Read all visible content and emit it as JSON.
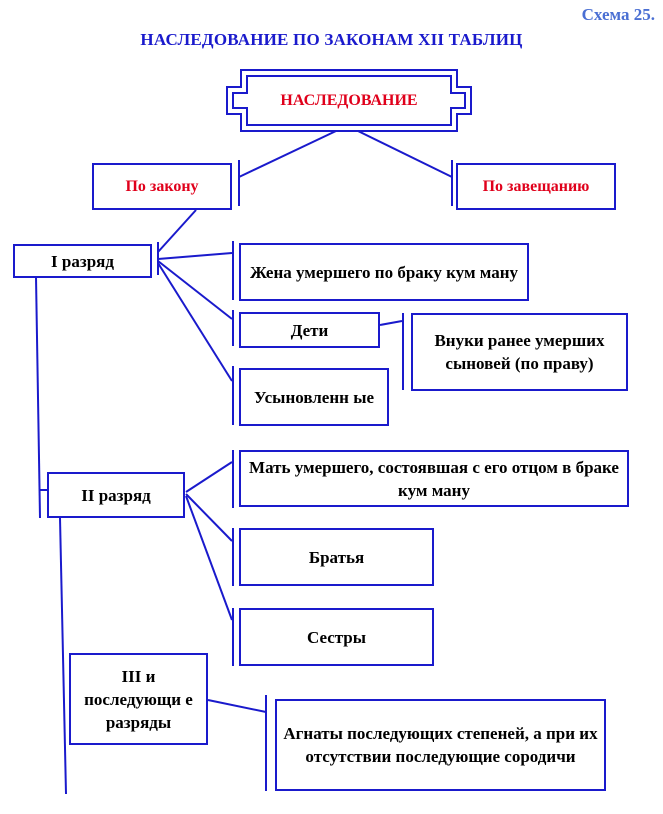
{
  "header": {
    "schema": "Схема 25.",
    "title": "НАСЛЕДОВАНИЕ ПО ЗАКОНАМ XII ТАБЛИЦ"
  },
  "root": "НАСЛЕДОВАНИЕ",
  "branches": {
    "by_law": "По закону",
    "by_will": "По завещанию"
  },
  "class1": {
    "label": "I разряд",
    "wife": "Жена умершего по браку кум ману",
    "children": "Дети",
    "grandchildren": "Внуки ранее умерших сыновей (по праву)",
    "adopted": "Усыновленн ые"
  },
  "class2": {
    "label": "II разряд",
    "mother": "Мать умершего, состоявшая с его отцом в браке кум ману",
    "brothers": "Братья",
    "sisters": "Сестры"
  },
  "class3": {
    "label": "III и последующи е разряды",
    "agnates": "Агнаты последующих степеней, а при их отсутствии последующие сородичи"
  },
  "colors": {
    "border": "#1a1acc",
    "accent_red": "#e0001b",
    "schema_label": "#4a6fd3"
  }
}
